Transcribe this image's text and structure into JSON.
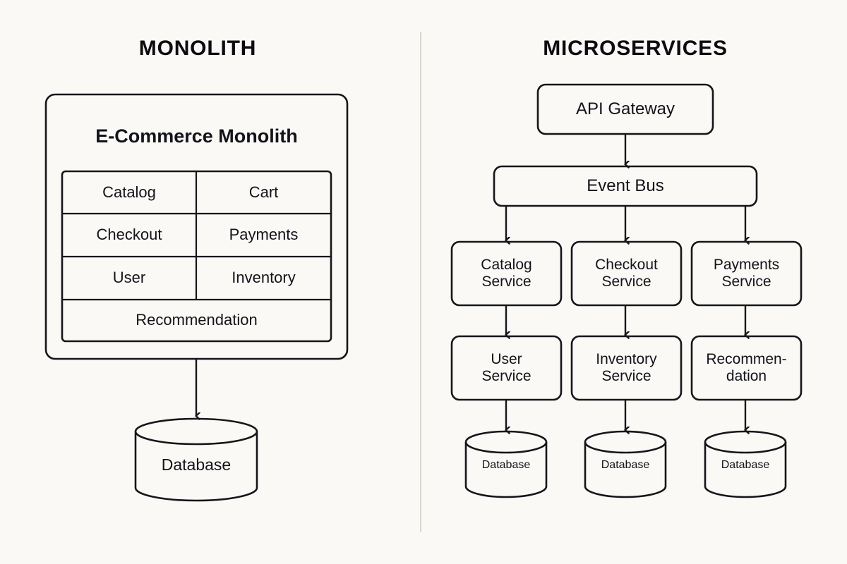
{
  "background_color": "#faf9f5",
  "stroke_color": "#15151b",
  "divider_color": "#d8d6cf",
  "panels": {
    "left": {
      "title": "MONOLITH"
    },
    "right": {
      "title": "MICROSERVICES"
    }
  },
  "monolith": {
    "container_title": "E-Commerce Monolith",
    "modules": [
      {
        "label": "Catalog",
        "span": 1
      },
      {
        "label": "Cart",
        "span": 1
      },
      {
        "label": "Checkout",
        "span": 1
      },
      {
        "label": "Payments",
        "span": 1
      },
      {
        "label": "User",
        "span": 1
      },
      {
        "label": "Inventory",
        "span": 1
      },
      {
        "label": "Recommendation",
        "span": 2
      }
    ],
    "database": {
      "label": "Database"
    }
  },
  "microservices": {
    "gateway": {
      "label": "API Gateway"
    },
    "bus": {
      "label": "Event Bus"
    },
    "columns": [
      {
        "service_top": "Catalog\nService",
        "service_bottom": "User\nService",
        "database": "Database"
      },
      {
        "service_top": "Checkout\nService",
        "service_bottom": "Inventory\nService",
        "database": "Database"
      },
      {
        "service_top": "Payments\nService",
        "service_bottom": "Recommen-\ndation",
        "database": "Database"
      }
    ]
  }
}
